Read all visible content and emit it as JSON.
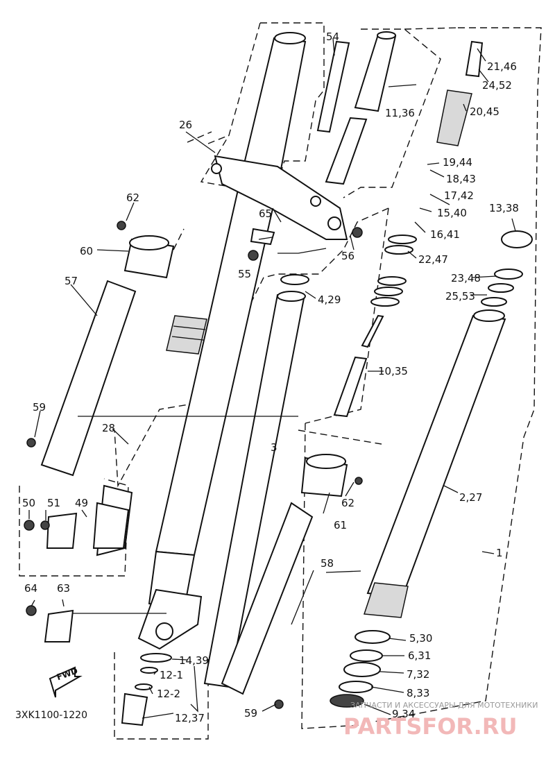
{
  "diagram_code": "3XK1100-1220",
  "fwd_label": "FWD",
  "watermark": {
    "small": "ЗАПЧАСТИ И АКСЕССУАРЫ ДЛЯ МОТОТЕХНИКИ",
    "big": "PARTSFOR.RU"
  },
  "callouts": {
    "c1": "1",
    "c2_27": "2,27",
    "c3": "3",
    "c4_29": "4,29",
    "c5_30": "5,30",
    "c6_31": "6,31",
    "c7_32": "7,32",
    "c8_33": "8,33",
    "c9_34": "9,34",
    "c10_35": "10,35",
    "c11_36": "11,36",
    "c12_1": "12-1",
    "c12_2": "12-2",
    "c12_37": "12,37",
    "c13_38": "13,38",
    "c14_39": "14,39",
    "c15_40": "15,40",
    "c16_41": "16,41",
    "c17_42": "17,42",
    "c18_43": "18,43",
    "c19_44": "19,44",
    "c20_45": "20,45",
    "c21_46": "21,46",
    "c22_47": "22,47",
    "c23_48": "23,48",
    "c24_52": "24,52",
    "c25_53": "25,53",
    "c26": "26",
    "c28": "28",
    "c49": "49",
    "c50": "50",
    "c51": "51",
    "c54": "54",
    "c55": "55",
    "c56": "56",
    "c57": "57",
    "c58": "58",
    "c59a": "59",
    "c59b": "59",
    "c60": "60",
    "c61": "61",
    "c62a": "62",
    "c62b": "62",
    "c63": "63",
    "c64": "64",
    "c65": "65"
  }
}
